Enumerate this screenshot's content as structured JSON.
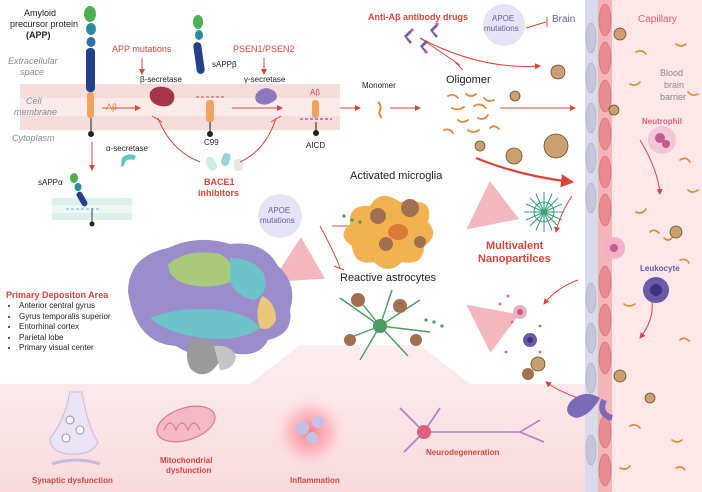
{
  "app_pathway": {
    "app_label_line1": "Amyloid",
    "app_label_line2": "precursor protein",
    "app_label_line3": "(APP)",
    "extracellular": "Extracellular",
    "extracellular2": "space",
    "membrane": "Cell",
    "membrane2": "membrane",
    "cytoplasm": "Cytoplasm",
    "abeta_membrane": "Aβ",
    "app_mutations": "APP mutations",
    "psen": "PSEN1/PSEN2",
    "sappb": "sAPPβ",
    "beta_secretase": "β-secretase",
    "gamma_secretase": "γ-secretase",
    "c99": "C99",
    "abeta_release": "Aβ",
    "aicd": "AICD",
    "alpha_secretase": "α-secretase",
    "sappa": "sAPPα",
    "bace1_line1": "BACE1",
    "bace1_line2": "inhibitors"
  },
  "aggregation": {
    "antibody_drugs": "Anti-Aβ antibody drugs",
    "apoe_top_line1": "APOE",
    "apoe_top_line2": "mutations",
    "brain_label": "Brain",
    "monomer": "Monomer",
    "oligomer": "Oligomer"
  },
  "bbb": {
    "capillary": "Capillary",
    "bbb_line1": "Blood",
    "bbb_line2": "brain",
    "bbb_line3": "barrier",
    "neutrophil": "Neutrophil",
    "leukocyte": "Leukocyte"
  },
  "glia": {
    "microglia": "Activated microglia",
    "apoe_mid_line1": "APOE",
    "apoe_mid_line2": "mutations",
    "astrocytes": "Reactive astrocytes",
    "nano_line1": "Multivalent",
    "nano_line2": "Nanopartilces"
  },
  "brain_areas": {
    "title": "Primary Depositon Area",
    "items": [
      "Anterior central gyrus",
      "Gyrus temporalis superior",
      "Entorhinal cortex",
      "Parietal lobe",
      "Primary visual center"
    ]
  },
  "outcomes": {
    "synaptic": "Synaptic dysfunction",
    "mito_line1": "Mitochondrial",
    "mito_line2": "dysfunction",
    "inflammation": "Inflammation",
    "neurodegeneration": "Neurodegeneration"
  },
  "colors": {
    "accent_red": "#d9453b",
    "membrane_pink": "#f7dcdc",
    "vessel_pink": "#f2a9ad",
    "bottom_band": "#fbe3e5",
    "apoe_circle": "#e4e4f6",
    "brain_purple": "#9b8ccc",
    "brain_teal": "#6cc3c8",
    "brain_green": "#a9c97d",
    "brain_yellow": "#e8c77a"
  }
}
